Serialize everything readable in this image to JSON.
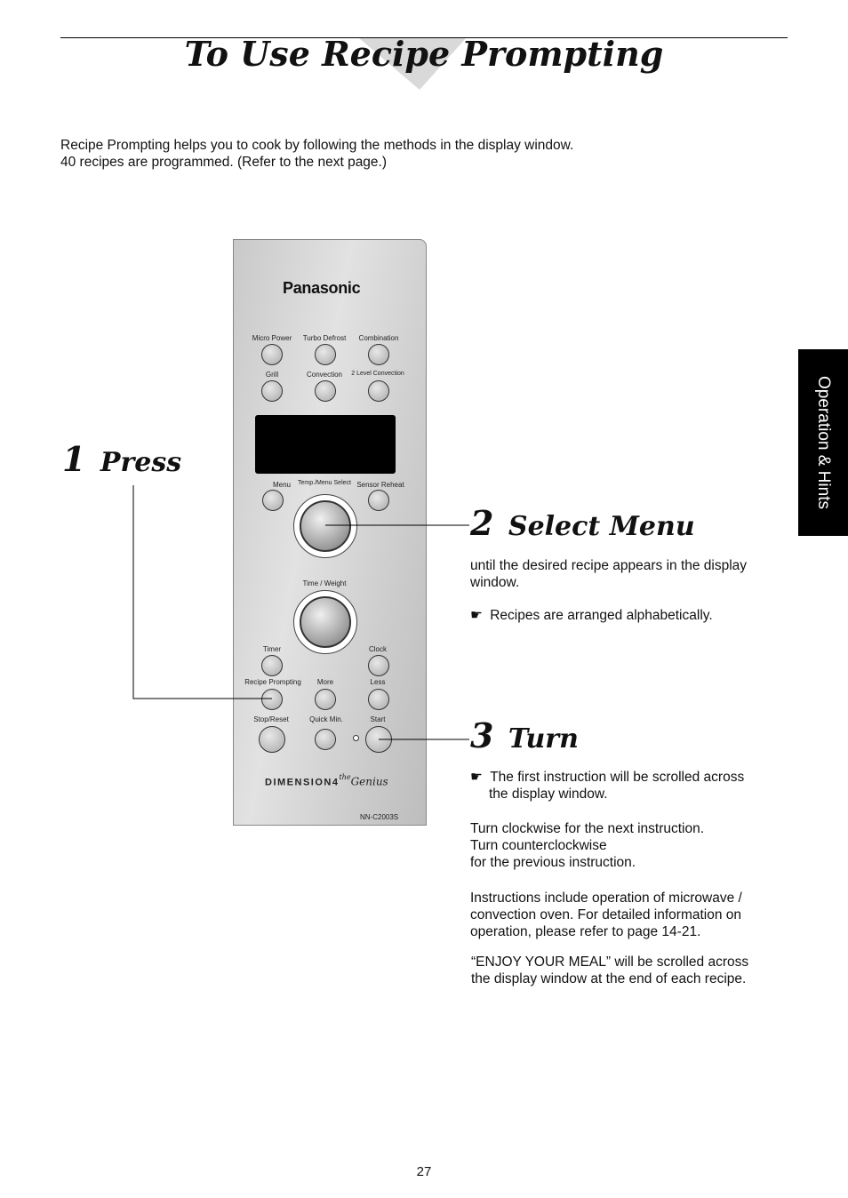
{
  "header": {
    "title": "To Use Recipe Prompting"
  },
  "intro": {
    "line1": "Recipe Prompting helps you to cook by following the methods in the display window.",
    "line2": "40 recipes are programmed. (Refer to the next page.)"
  },
  "side_tab": {
    "label": "Operation & Hints"
  },
  "steps": {
    "step1": {
      "number": "1",
      "label": "Press"
    },
    "step2": {
      "number": "2",
      "label": "Select Menu",
      "text1": "until the desired recipe appears in the display",
      "text2": "window.",
      "note": "Recipes are arranged alphabetically."
    },
    "step3": {
      "number": "3",
      "label": "Turn",
      "note1": "The first instruction will be scrolled across",
      "note2": "the display window.",
      "para1_l1": "Turn clockwise for the next instruction.",
      "para1_l2": "Turn counterclockwise",
      "para1_l3": "for the previous instruction.",
      "para2_l1": "Instructions include operation of microwave /",
      "para2_l2": "convection oven. For detailed information on",
      "para2_l3": "operation, please refer to page 14-21.",
      "para3_l1": "“ENJOY YOUR MEAL” will be scrolled across",
      "para3_l2": "the display window at the end of each recipe."
    }
  },
  "panel": {
    "brand": "Panasonic",
    "labels": {
      "micro_power": "Micro Power",
      "turbo_defrost": "Turbo Defrost",
      "combination": "Combination",
      "grill": "Grill",
      "convection": "Convection",
      "two_level": "2 Level Convection",
      "menu": "Menu",
      "temp_menu_select": "Temp./Menu Select",
      "sensor_reheat": "Sensor Reheat",
      "time_weight": "Time / Weight",
      "timer": "Timer",
      "clock": "Clock",
      "recipe_prompting": "Recipe Prompting",
      "more": "More",
      "less": "Less",
      "stop_reset": "Stop/Reset",
      "quick_min": "Quick Min.",
      "start": "Start"
    },
    "logo_text": "DIMENSION4",
    "logo_script_the": "the",
    "logo_script_genius": "Genius",
    "model": "NN-C2003S"
  },
  "icons": {
    "pointing_hand": "☛"
  },
  "page_number": "27"
}
